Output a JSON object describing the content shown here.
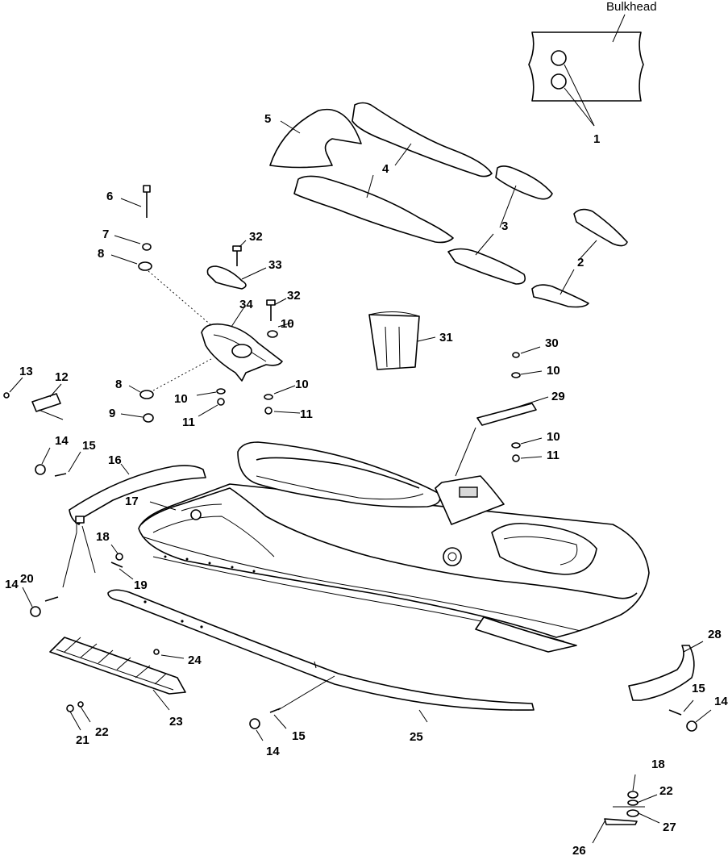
{
  "header": {
    "bulkhead": "Bulkhead"
  },
  "callouts": {
    "c1": "1",
    "c2": "2",
    "c3": "3",
    "c4": "4",
    "c5": "5",
    "c6": "6",
    "c7": "7",
    "c8a": "8",
    "c8b": "8",
    "c9": "9",
    "c10a": "10",
    "c10b": "10",
    "c10c": "10",
    "c10d": "10",
    "c10e": "10",
    "c11a": "11",
    "c11b": "11",
    "c11c": "11",
    "c12": "12",
    "c13": "13",
    "c14a": "14",
    "c14b": "14",
    "c14c": "14",
    "c14d": "14",
    "c15a": "15",
    "c15b": "15",
    "c15c": "15",
    "c16": "16",
    "c17": "17",
    "c18a": "18",
    "c18b": "18",
    "c19": "19",
    "c20": "20",
    "c21": "21",
    "c22a": "22",
    "c22b": "22",
    "c23": "23",
    "c24": "24",
    "c25": "25",
    "c26": "26",
    "c27": "27",
    "c28": "28",
    "c29": "29",
    "c30": "30",
    "c31": "31",
    "c32a": "32",
    "c32b": "32",
    "c33": "33",
    "c34": "34"
  }
}
